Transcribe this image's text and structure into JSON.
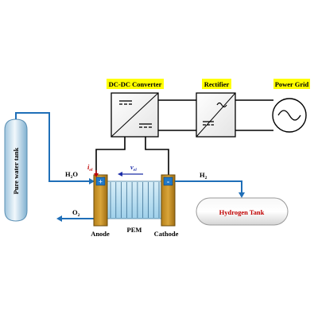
{
  "colors": {
    "pipe": "#1f6fb8",
    "wire": "#000000",
    "label_bg": "#ffff00",
    "electrode": "#c9921e",
    "electrode_dark": "#7a5408",
    "terminal": "#1f78c8",
    "current": "#c00000",
    "voltage": "#1c2da8",
    "h2_text": "#c00000",
    "tank_light": "#eaf4fb",
    "tank_dark": "#8fb9d6"
  },
  "labels": {
    "dcdc": "DC-DC Converter",
    "rectifier": "Rectifier",
    "grid": "Power Grid",
    "water_tank": "Pure water tank",
    "h2_tank": "Hydrogen Tank",
    "h2o": "H",
    "h2o_sub": "2",
    "h2o_tail": "O",
    "o2": "O",
    "o2_sub": "2",
    "h2": "H",
    "h2_sub": "2",
    "anode": "Anode",
    "cathode": "Cathode",
    "pem": "PEM",
    "plus": "+",
    "minus": "-",
    "iel": "i",
    "iel_sub": "el",
    "vel": "v",
    "vel_sub": "el"
  },
  "icons": {
    "dcdc": "dc-dc-converter-icon",
    "rectifier": "rectifier-icon",
    "grid": "ac-source-icon"
  }
}
